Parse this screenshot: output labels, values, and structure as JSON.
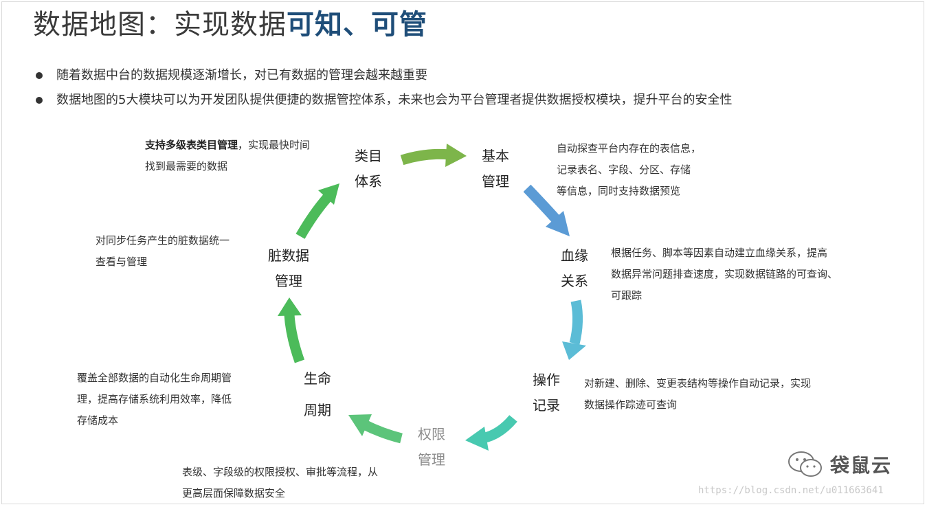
{
  "title": {
    "main": "数据地图：实现数据",
    "highlight": "可知、可管"
  },
  "bullets": [
    "随着数据中台的数据规模逐渐增长，对已有数据的管理会越来越重要",
    "数据地图的5大模块可以为开发团队提供便捷的数据管控体系，未来也会为平台管理者提供数据授权模块，提升平台的安全性"
  ],
  "nodes": {
    "category": {
      "line1": "类目",
      "line2": "体系"
    },
    "basic": {
      "line1": "基本",
      "line2": "管理"
    },
    "lineage": {
      "line1": "血缘",
      "line2": "关系"
    },
    "operation": {
      "line1": "操作",
      "line2": "记录"
    },
    "permission": {
      "line1": "权限",
      "line2": "管理"
    },
    "lifecycle": {
      "line1": "生命",
      "line2": "周期"
    },
    "dirty": {
      "line1": "脏数据",
      "line2": "管理"
    }
  },
  "descriptions": {
    "category": {
      "bold": "支持多级表类目管理",
      "line1_rest": "，实现最快时间",
      "line2": "找到最需要的数据"
    },
    "basic": {
      "line1": "自动探查平台内存在的表信息，",
      "line2": "记录表名、字段、分区、存储",
      "line3": "等信息，同时支持数据预览"
    },
    "lineage": {
      "line1": "根据任务、脚本等因素自动建立血缘关系，提高",
      "line2": "数据异常问题排查速度，实现数据链路的可查询、",
      "line3": "可跟踪"
    },
    "operation": {
      "line1": "对新建、删除、变更表结构等操作自动记录，实现",
      "line2": "数据操作踪迹可查询"
    },
    "permission": {
      "line1": "表级、字段级的权限授权、审批等流程，从",
      "line2": "更高层面保障数据安全"
    },
    "lifecycle": {
      "line1": "覆盖全部数据的自动化生命周期管",
      "line2": "理，提高存储系统利用效率，降低",
      "line3": "存储成本"
    },
    "dirty": {
      "line1": "对同步任务产生的脏数据统一",
      "line2": "查看与管理"
    }
  },
  "colors": {
    "title_highlight": "#1f4e79",
    "arrow_category_to_basic": "#7db54a",
    "arrow_basic_to_lineage": "#5b9bd5",
    "arrow_lineage_to_operation": "#5bbcd6",
    "arrow_operation_to_permission": "#48c9b0",
    "arrow_permission_to_lifecycle": "#5cc47a",
    "arrow_lifecycle_to_dirty": "#4cbb5a",
    "arrow_dirty_to_category": "#4cbb5a"
  },
  "brand": {
    "icon": "wechat-icon",
    "name": "袋鼠云"
  },
  "watermark": "https://blog.csdn.net/u011663641"
}
